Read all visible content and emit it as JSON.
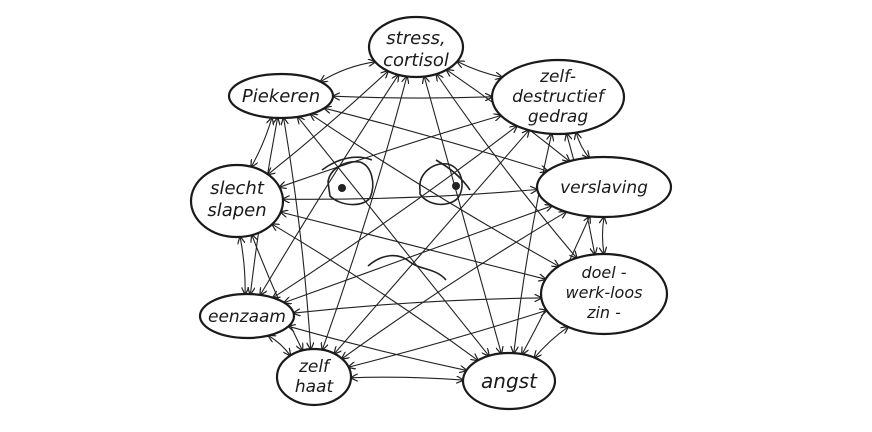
{
  "diagram": {
    "nodes": [
      {
        "id": "stress",
        "lines": [
          "stress,",
          "cortisol"
        ]
      },
      {
        "id": "zelfdestructief",
        "lines": [
          "zelf-",
          "destructief",
          "gedrag"
        ]
      },
      {
        "id": "verslaving",
        "lines": [
          "verslaving"
        ]
      },
      {
        "id": "doelloos",
        "lines": [
          "doel -",
          "werk-loos",
          "zin -"
        ]
      },
      {
        "id": "angst",
        "lines": [
          "angst"
        ]
      },
      {
        "id": "zelfhaat",
        "lines": [
          "zelf",
          "haat"
        ]
      },
      {
        "id": "eenzaam",
        "lines": [
          "eenzaam"
        ]
      },
      {
        "id": "slecht",
        "lines": [
          "slecht",
          "slapen"
        ]
      },
      {
        "id": "piekeren",
        "lines": [
          "Piekeren"
        ]
      }
    ],
    "edges": "all-pairs-bidirectional",
    "center_icon": "sad-face-icon"
  }
}
